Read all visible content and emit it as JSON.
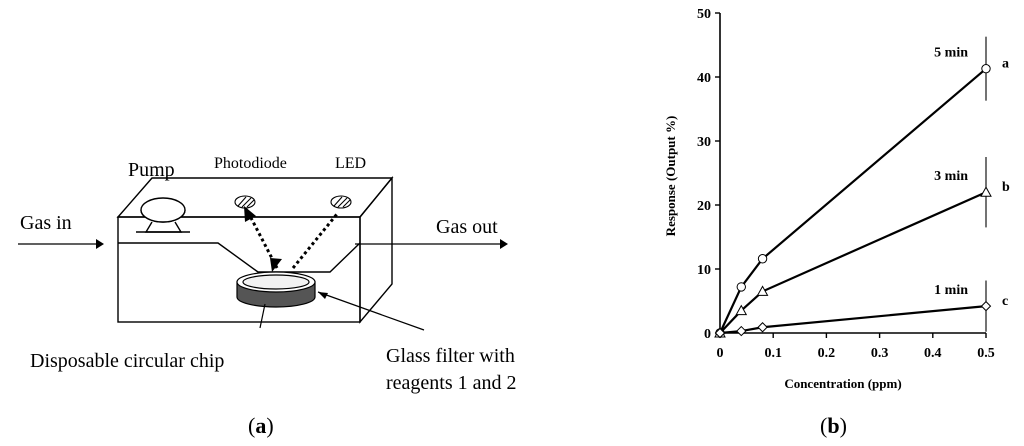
{
  "panel_a": {
    "label_prefix": "(",
    "label_letter": "a",
    "label_suffix": ")",
    "labels": {
      "pump": "Pump",
      "photodiode": "Photodiode",
      "led": "LED",
      "gas_in": "Gas in",
      "gas_out": "Gas out",
      "chip": "Disposable circular chip",
      "filter_line1": "Glass filter with",
      "filter_line2": "reagents 1 and 2"
    }
  },
  "panel_b": {
    "label_prefix": "(",
    "label_letter": "b",
    "label_suffix": ")"
  },
  "chart_data": {
    "type": "line",
    "xlabel": "Concentration (ppm)",
    "ylabel": "Response (Output %)",
    "xlim": [
      0,
      0.5
    ],
    "ylim": [
      0,
      50
    ],
    "x_ticks": [
      "0",
      "0.1",
      "0.2",
      "0.3",
      "0.4",
      "0.5"
    ],
    "x_tick_values": [
      0,
      0.1,
      0.2,
      0.3,
      0.4,
      0.5
    ],
    "y_ticks": [
      "0",
      "10",
      "20",
      "30",
      "40",
      "50"
    ],
    "y_tick_values": [
      0,
      10,
      20,
      30,
      40,
      50
    ],
    "grid": false,
    "series": [
      {
        "time_label": "5 min",
        "curve_label": "a",
        "marker": "circle",
        "x": [
          0,
          0.04,
          0.08,
          0.5
        ],
        "y": [
          0,
          7.2,
          11.6,
          41.3
        ],
        "error": 5
      },
      {
        "time_label": "3 min",
        "curve_label": "b",
        "marker": "triangle",
        "x": [
          0,
          0.04,
          0.08,
          0.5
        ],
        "y": [
          0,
          3.5,
          6.5,
          22
        ],
        "error": 5.5
      },
      {
        "time_label": "1 min",
        "curve_label": "c",
        "marker": "diamond",
        "x": [
          0,
          0.04,
          0.08,
          0.5
        ],
        "y": [
          0,
          0.3,
          0.9,
          4.2
        ],
        "error": 4
      }
    ]
  }
}
